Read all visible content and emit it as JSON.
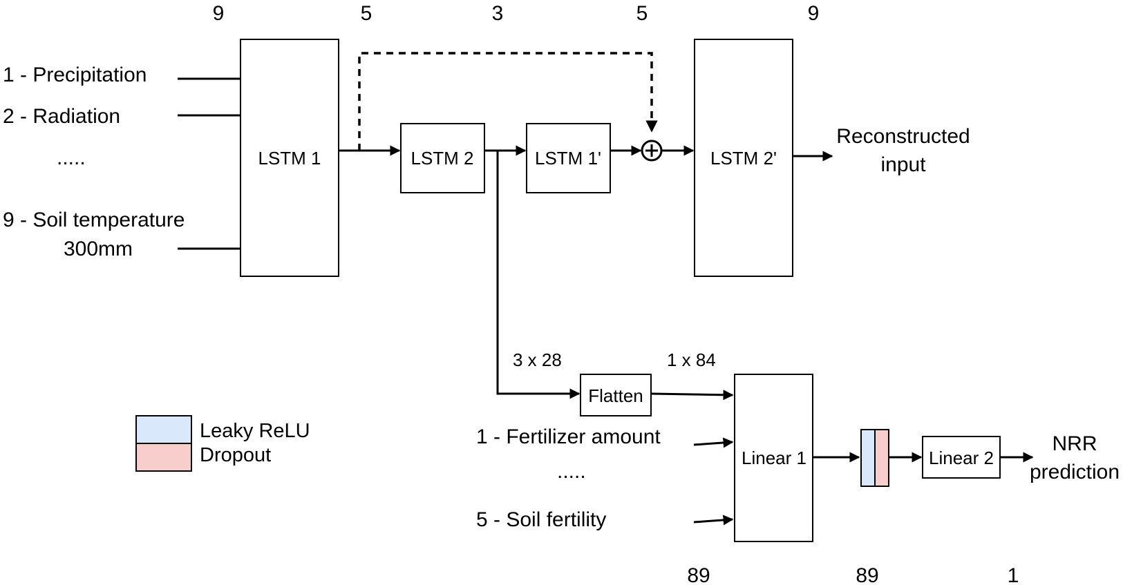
{
  "colors": {
    "leaky_relu": "#dae8fc",
    "dropout": "#f8cecc",
    "stroke": "#000000",
    "background": "#ffffff"
  },
  "dimensions": {
    "top": [
      "9",
      "5",
      "3",
      "5",
      "9"
    ],
    "middle_left": "3 x 28",
    "middle_right": "1 x 84",
    "bottom": [
      "89",
      "89",
      "1"
    ]
  },
  "inputs": {
    "weather": [
      "1 - Precipitation",
      "2 - Radiation",
      ".....",
      "9 - Soil temperature",
      "300mm"
    ],
    "management": [
      "1 - Fertilizer amount",
      ".....",
      "5 - Soil fertility"
    ]
  },
  "blocks": {
    "lstm1": "LSTM 1",
    "lstm2": "LSTM 2",
    "lstm1p": "LSTM 1'",
    "lstm2p": "LSTM 2'",
    "flatten": "Flatten",
    "linear1": "Linear 1",
    "linear2": "Linear 2",
    "add_symbol": "⊕"
  },
  "outputs": {
    "reconstructed": [
      "Reconstructed",
      "input"
    ],
    "nrr": [
      "NRR",
      "prediction"
    ]
  },
  "legend": {
    "leaky_relu": "Leaky ReLU",
    "dropout": "Dropout"
  }
}
